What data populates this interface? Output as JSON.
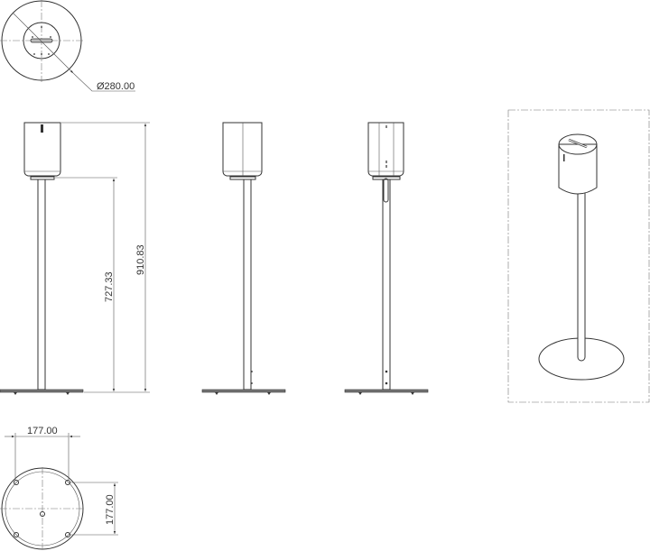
{
  "dimensions": {
    "base_diameter": "Ø280.00",
    "overall_height": "910.83",
    "stand_height": "727.33",
    "hole_spacing_x": "177.00",
    "hole_spacing_y": "177.00"
  },
  "colors": {
    "line": "#333333",
    "background": "#ffffff"
  }
}
